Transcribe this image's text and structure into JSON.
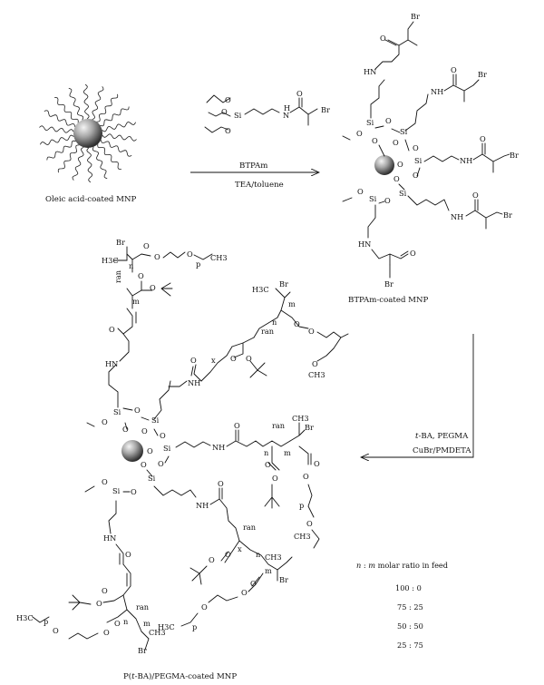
{
  "labels": {
    "oleic_mnp": "Oleic acid-coated MNP",
    "btpam_mnp": "BTPAm-coated MNP",
    "final_mnp": "P(t-BA)/PEGMA-coated MNP"
  },
  "reaction1": {
    "reagent": "BTPAm",
    "conditions": "TEA/toluene"
  },
  "reaction2": {
    "reagent": "t-BA, PEGMA",
    "conditions": "CuBr/PMDETA"
  },
  "feed_table": {
    "title": "n : m molar ratio in feed",
    "rows": [
      "100 : 0",
      "75 : 25",
      "50 : 50",
      "25 : 75"
    ]
  },
  "atoms": {
    "si": "Si",
    "o": "O",
    "br": "Br",
    "hn": "HN",
    "nh": "NH",
    "h3c": "H3C",
    "ch3": "CH3",
    "ran": "ran",
    "n": "n",
    "m": "m",
    "p": "p",
    "x": "x"
  },
  "colors": {
    "ink": "#111111",
    "background": "#ffffff",
    "sphere_light": "#f4f4f4",
    "sphere_dark": "#3a3a3a"
  }
}
